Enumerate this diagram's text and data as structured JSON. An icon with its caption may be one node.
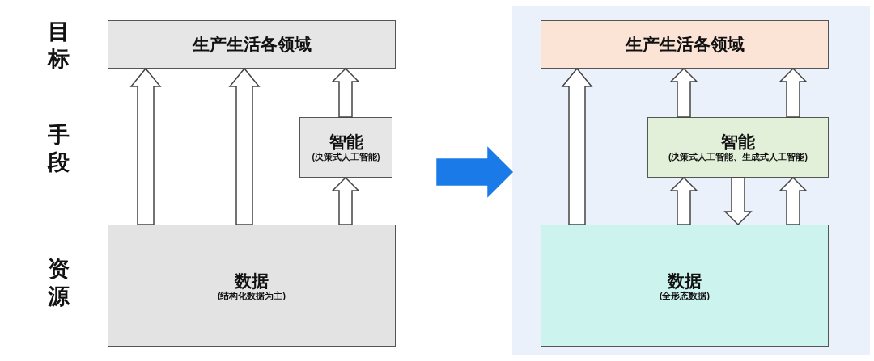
{
  "diagram": {
    "nodes": [
      {
        "text": [
          "生产生活各领域"
        ]
      },
      {
        "text": [
          "智能",
          "(决策式人工智能)"
        ]
      },
      {
        "text": [
          "数据",
          "(结构化数据为主)"
        ]
      },
      {
        "text": [],
        "shape": "box"
      },
      {
        "text": [
          "生产生活各领域"
        ],
        "in": 3
      },
      {
        "text": [
          "智能",
          "(决策式人工智能、生成式人工智能)"
        ],
        "in": 3
      },
      {
        "text": [
          "数据",
          "(全形态数据)"
        ],
        "in": 3
      }
    ],
    "edges": [
      {
        "from": 2,
        "to": 0,
        "arrow": "to"
      },
      {
        "from": 2,
        "to": 0,
        "arrow": "to"
      },
      {
        "from": 2,
        "to": 1,
        "arrow": "to"
      },
      {
        "from": 1,
        "to": 0,
        "arrow": "to"
      },
      {
        "from": null,
        "to": 3,
        "arrow": "to",
        "color": "#1a7be8"
      },
      {
        "from": 6,
        "to": 4,
        "arrow": "to"
      },
      {
        "from": 5,
        "to": 4,
        "arrow": "to"
      },
      {
        "from": 5,
        "to": 4,
        "arrow": "to"
      },
      {
        "from": 6,
        "to": 5,
        "arrow": "to"
      },
      {
        "from": 5,
        "to": 6,
        "arrow": "to"
      },
      {
        "from": 6,
        "to": 5,
        "arrow": "to"
      }
    ],
    "labels": [
      "目标",
      "手段",
      "资源"
    ]
  }
}
